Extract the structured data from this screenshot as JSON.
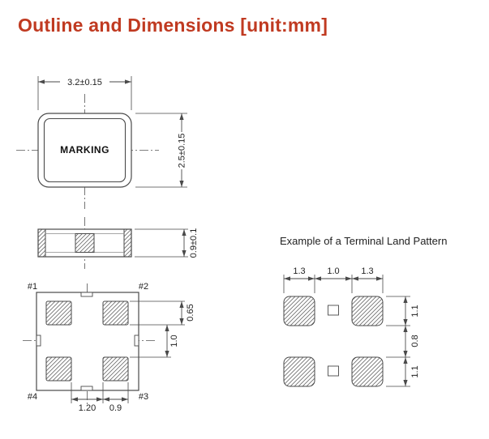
{
  "page": {
    "title": "Outline and Dimensions [unit:mm]",
    "colors": {
      "title": "#c03a21",
      "line": "#4a4a4a",
      "text": "#222222",
      "hatch": "#6b6b6b",
      "background": "#ffffff"
    }
  },
  "top_view": {
    "marking_label": "MARKING",
    "width_dim": "3.2±0.15",
    "height_dim": "2.5±0.15"
  },
  "side_view": {
    "thickness_dim": "0.9±0.1"
  },
  "bottom_view": {
    "pad_labels": {
      "p1": "#1",
      "p2": "#2",
      "p3": "#3",
      "p4": "#4"
    },
    "pad_height_dim": "0.65",
    "row_gap_dim": "1.0",
    "bottom_dim_left": "1.20",
    "bottom_dim_right": "0.9"
  },
  "land_pattern": {
    "caption": "Example of a Terminal Land Pattern",
    "top_dims": [
      "1.3",
      "1.0",
      "1.3"
    ],
    "right_dims": [
      "1.1",
      "0.8",
      "1.1"
    ]
  }
}
